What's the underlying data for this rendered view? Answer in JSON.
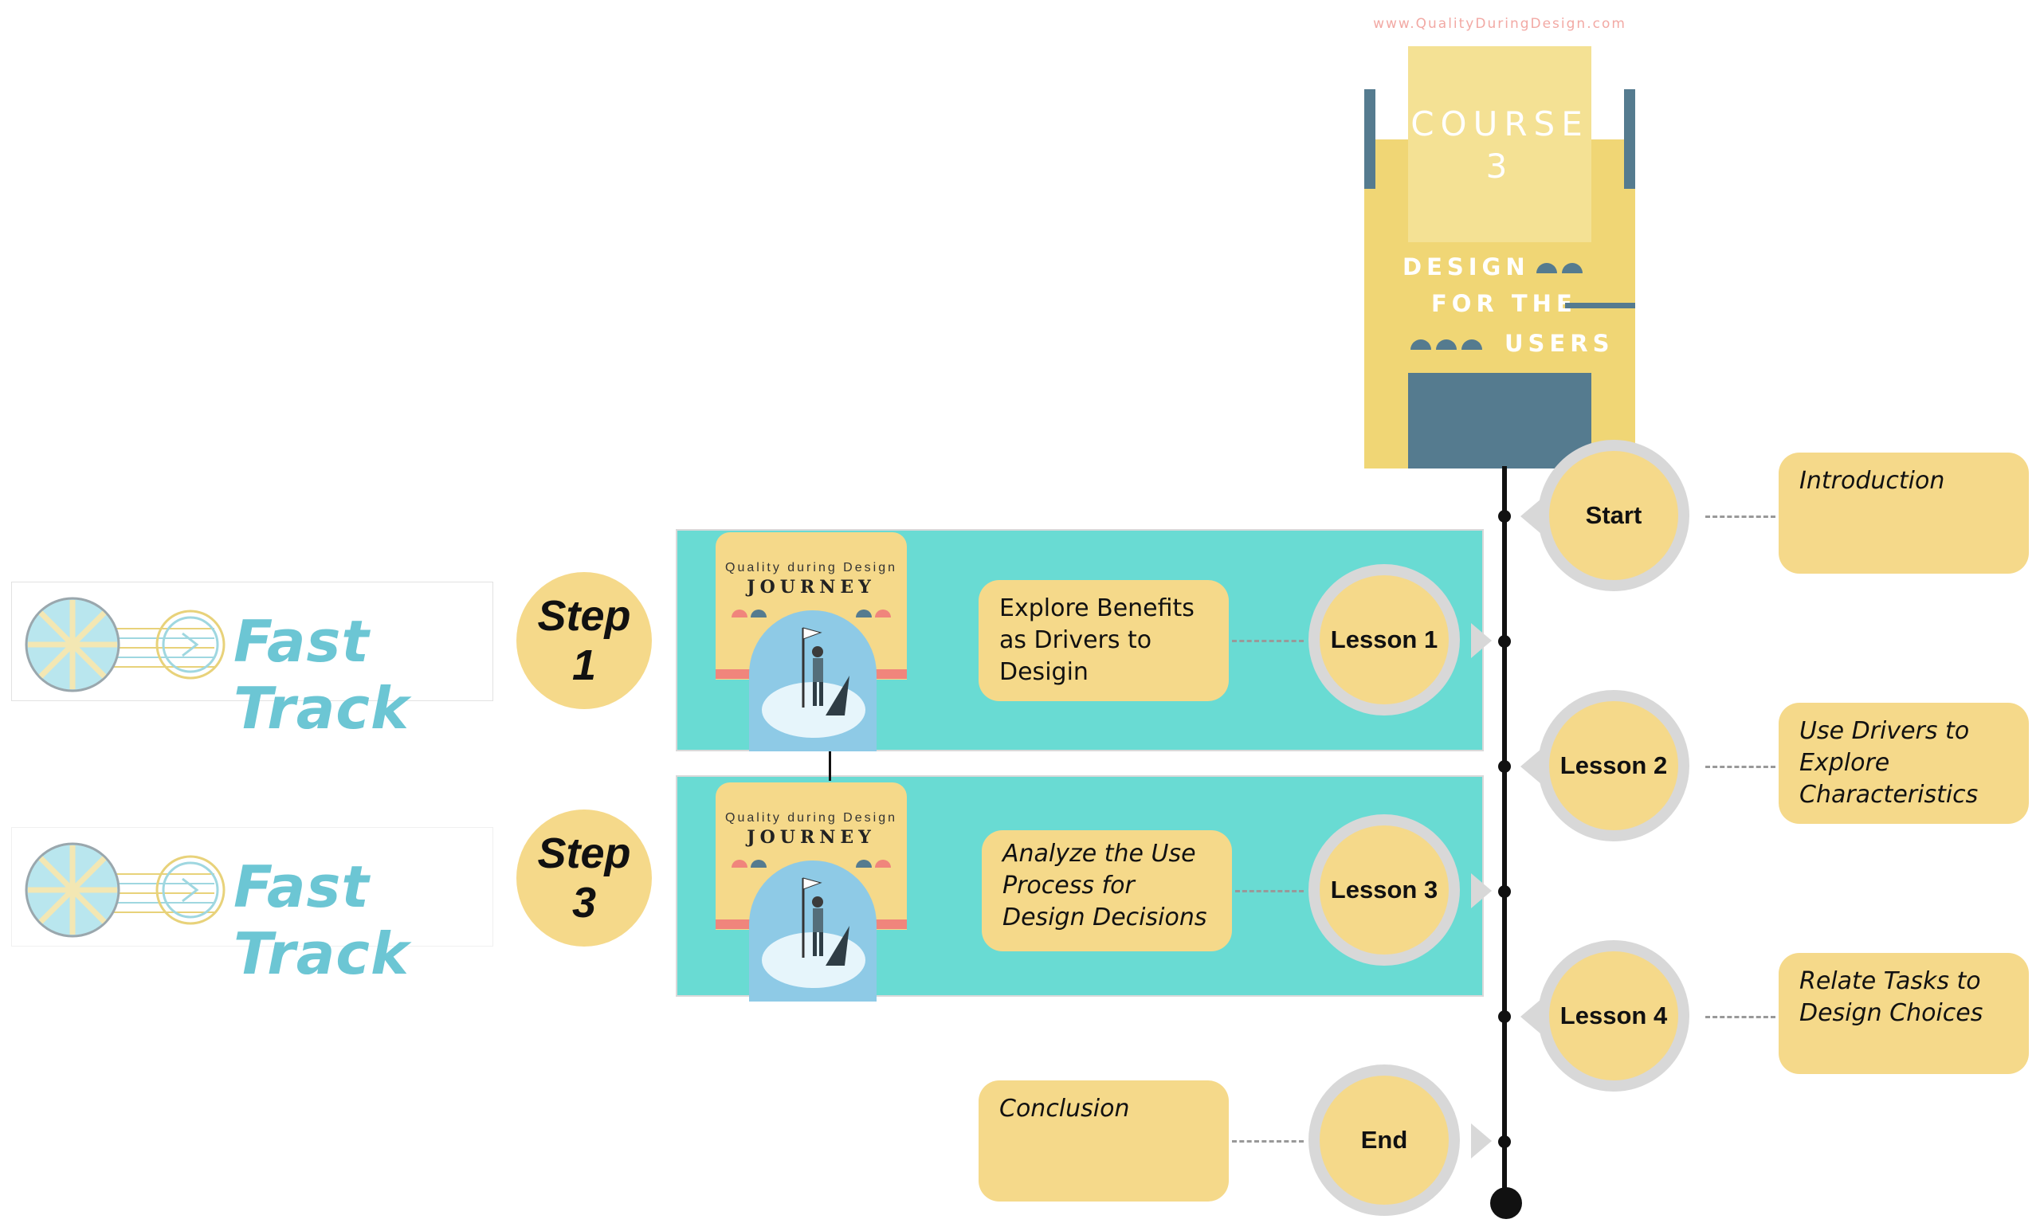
{
  "cover": {
    "url": "www.QualityDuringDesign.com",
    "course_label": "COURSE",
    "course_number": "3",
    "subtitle_line1": "DESIGN",
    "subtitle_line2": "FOR THE",
    "subtitle_line3": "USERS"
  },
  "timeline": {
    "nodes": [
      {
        "label": "Start",
        "box": "Introduction"
      },
      {
        "label": "Lesson 1",
        "box": "Explore Benefits as Drivers to Desigin"
      },
      {
        "label": "Lesson 2",
        "box": "Use Drivers to Explore Characteristics"
      },
      {
        "label": "Lesson 3",
        "box": "Analyze the Use Process for Design Decisions"
      },
      {
        "label": "Lesson 4",
        "box": "Relate Tasks to Design Choices"
      },
      {
        "label": "End",
        "box": "Conclusion"
      }
    ]
  },
  "steps": [
    {
      "word": "Step",
      "number": "1"
    },
    {
      "word": "Step",
      "number": "3"
    }
  ],
  "fast_track": {
    "label": "Fast Track"
  },
  "journey": {
    "line1": "Quality during Design",
    "line2": "JOURNEY"
  },
  "colors": {
    "yellow": "#f5d98a",
    "teal": "#69dbd3",
    "slate": "#557b8f",
    "ring": "#d8d8d8",
    "fast_track": "#6cc6d4"
  }
}
